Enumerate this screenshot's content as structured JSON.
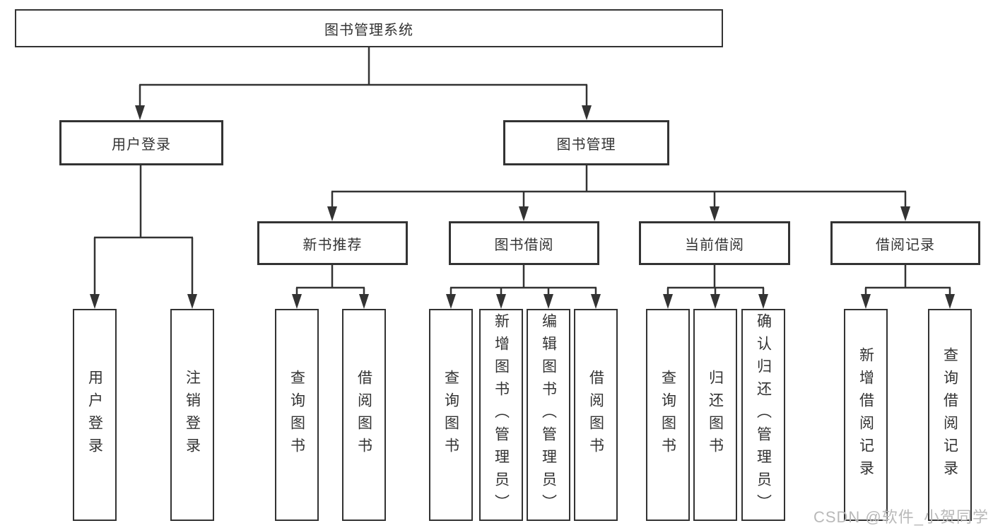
{
  "root": {
    "label": "图书管理系统"
  },
  "branches": [
    {
      "label": "用户登录"
    },
    {
      "label": "图书管理"
    }
  ],
  "modules": [
    {
      "label": "新书推荐"
    },
    {
      "label": "图书借阅"
    },
    {
      "label": "当前借阅"
    },
    {
      "label": "借阅记录"
    }
  ],
  "leaves": [
    {
      "label": "用户登录"
    },
    {
      "label": "注销登录"
    },
    {
      "label": "查询图书"
    },
    {
      "label": "借阅图书"
    },
    {
      "label": "查询图书"
    },
    {
      "label": "新增图书（管理员）"
    },
    {
      "label": "编辑图书（管理员）"
    },
    {
      "label": "借阅图书"
    },
    {
      "label": "查询图书"
    },
    {
      "label": "归还图书"
    },
    {
      "label": "确认归还（管理员）"
    },
    {
      "label": "新增借阅记录"
    },
    {
      "label": "查询借阅记录"
    }
  ],
  "watermark": {
    "text": "CSDN @软件_小贺同学"
  },
  "colors": {
    "line": "#333333",
    "text": "#333333",
    "watermark": "#b9b9b9"
  }
}
